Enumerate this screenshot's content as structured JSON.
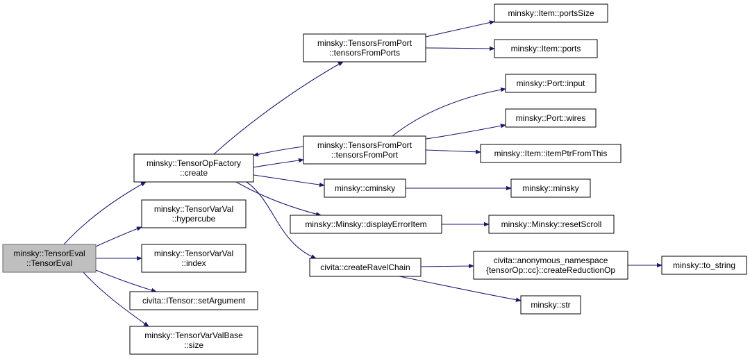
{
  "nodes": {
    "tensoreval": [
      "minsky::TensorEval",
      "::TensorEval"
    ],
    "opfactory_create": [
      "minsky::TensorOpFactory",
      "::create"
    ],
    "varval_hypercube": [
      "minsky::TensorVarVal",
      "::hypercube"
    ],
    "varval_index": [
      "minsky::TensorVarVal",
      "::index"
    ],
    "itensor_setargument": [
      "civita::ITensor::setArgument"
    ],
    "varvalbase_size": [
      "minsky::TensorVarValBase",
      "::size"
    ],
    "tfp_tensorsfromports": [
      "minsky::TensorsFromPort",
      "::tensorsFromPorts"
    ],
    "tfp_tensorsfromport": [
      "minsky::TensorsFromPort",
      "::tensorsFromPort"
    ],
    "cminsky": [
      "minsky::cminsky"
    ],
    "displayerroritem": [
      "minsky::Minsky::displayErrorItem"
    ],
    "createravelchain": [
      "civita::createRavelChain"
    ],
    "item_portssize": [
      "minsky::Item::portsSize"
    ],
    "item_ports": [
      "minsky::Item::ports"
    ],
    "port_input": [
      "minsky::Port::input"
    ],
    "port_wires": [
      "minsky::Port::wires"
    ],
    "item_itemptrfromthis": [
      "minsky::Item::itemPtrFromThis"
    ],
    "minsky_minsky": [
      "minsky::minsky"
    ],
    "resetscroll": [
      "minsky::Minsky::resetScroll"
    ],
    "createreductionop": [
      "civita::anonymous_namespace",
      "{tensorOp::cc}::createReductionOp"
    ],
    "to_string": [
      "minsky::to_string"
    ],
    "str": [
      "minsky::str"
    ]
  },
  "edges": [
    [
      "tensoreval",
      "opfactory_create"
    ],
    [
      "tensoreval",
      "varval_hypercube"
    ],
    [
      "tensoreval",
      "varval_index"
    ],
    [
      "tensoreval",
      "itensor_setargument"
    ],
    [
      "tensoreval",
      "varvalbase_size"
    ],
    [
      "opfactory_create",
      "tfp_tensorsfromports"
    ],
    [
      "opfactory_create",
      "tfp_tensorsfromport"
    ],
    [
      "opfactory_create",
      "cminsky"
    ],
    [
      "opfactory_create",
      "displayerroritem"
    ],
    [
      "opfactory_create",
      "createravelchain"
    ],
    [
      "tfp_tensorsfromports",
      "item_portssize"
    ],
    [
      "tfp_tensorsfromports",
      "item_ports"
    ],
    [
      "tfp_tensorsfromport",
      "port_input"
    ],
    [
      "tfp_tensorsfromport",
      "port_wires"
    ],
    [
      "tfp_tensorsfromport",
      "item_itemptrfromthis"
    ],
    [
      "tfp_tensorsfromport",
      "opfactory_create"
    ],
    [
      "cminsky",
      "minsky_minsky"
    ],
    [
      "displayerroritem",
      "resetscroll"
    ],
    [
      "createravelchain",
      "createreductionop"
    ],
    [
      "createravelchain",
      "str"
    ],
    [
      "createreductionop",
      "to_string"
    ]
  ]
}
